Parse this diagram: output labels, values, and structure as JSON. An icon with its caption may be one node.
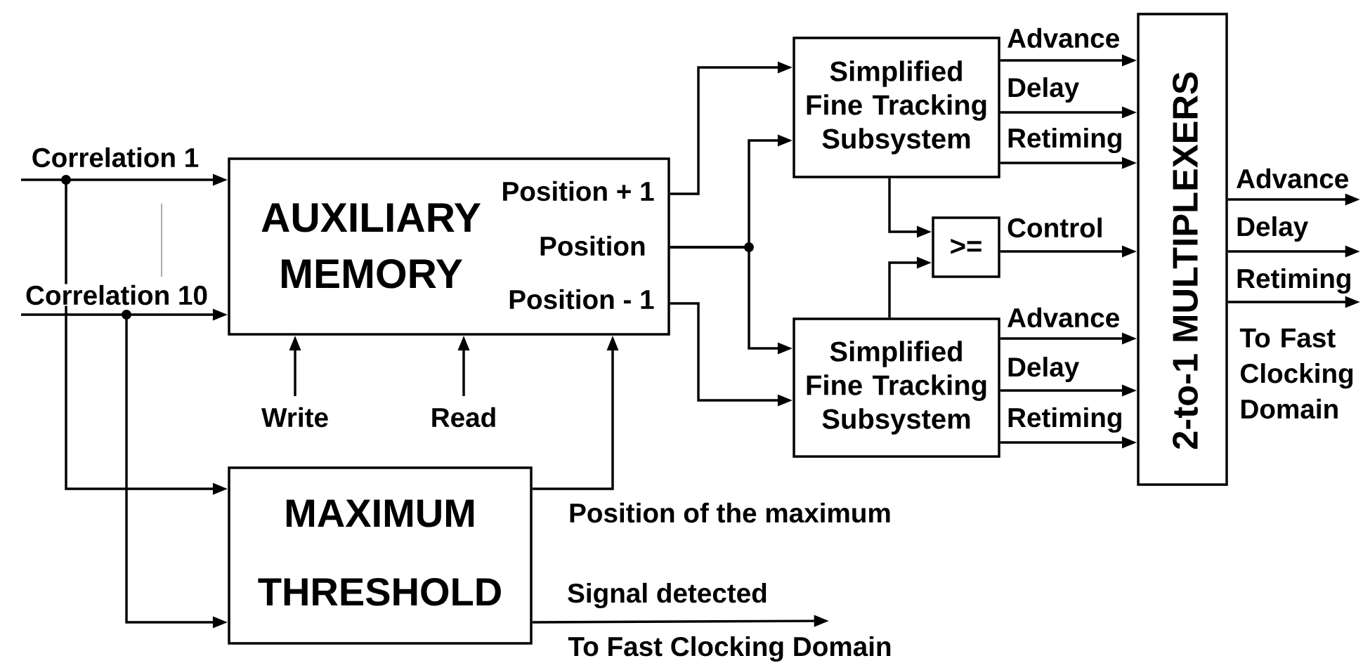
{
  "diagram": {
    "nodes": [
      {
        "text": [
          "AUXILIARY MEMORY",
          "Position + 1",
          "Position",
          "Position - 1"
        ]
      },
      {
        "text": [
          "MAXIMUM THRESHOLD"
        ]
      },
      {
        "text": [
          "Simplified Fine Tracking Subsystem"
        ]
      },
      {
        "text": [
          "Simplified Fine Tracking Subsystem"
        ]
      },
      {
        "text": [
          ">="
        ]
      },
      {
        "text": [
          "2-to-1 MULTIPLEXERS"
        ]
      },
      {
        "text": [
          "To Fast Clocking Domain"
        ]
      }
    ],
    "edges": [
      {
        "from": null,
        "to": 0,
        "arrow": "to",
        "label": "Correlation 1"
      },
      {
        "from": null,
        "to": 0,
        "arrow": "to",
        "label": "Correlation 10"
      },
      {
        "from": null,
        "to": 1,
        "arrow": "to"
      },
      {
        "from": null,
        "to": 1,
        "arrow": "to"
      },
      {
        "from": null,
        "to": 0,
        "arrow": "to",
        "label": "Write"
      },
      {
        "from": null,
        "to": 0,
        "arrow": "to",
        "label": "Read"
      },
      {
        "from": 1,
        "to": 0,
        "arrow": "to",
        "label": "Position of the maximum"
      },
      {
        "from": 1,
        "to": 6,
        "arrow": "to",
        "label": "Signal detected"
      },
      {
        "from": 0,
        "to": 2,
        "arrow": "to"
      },
      {
        "from": 0,
        "to": 2,
        "arrow": "to"
      },
      {
        "from": 0,
        "to": 3,
        "arrow": "to"
      },
      {
        "from": 0,
        "to": 3,
        "arrow": "to"
      },
      {
        "from": 2,
        "to": 4,
        "arrow": "to"
      },
      {
        "from": 3,
        "to": 4,
        "arrow": "to"
      },
      {
        "from": 4,
        "to": 5,
        "arrow": "to",
        "label": "Control"
      },
      {
        "from": 2,
        "to": 5,
        "arrow": "to",
        "label": "Advance"
      },
      {
        "from": 2,
        "to": 5,
        "arrow": "to",
        "label": "Delay"
      },
      {
        "from": 2,
        "to": 5,
        "arrow": "to",
        "label": "Retiming"
      },
      {
        "from": 3,
        "to": 5,
        "arrow": "to",
        "label": "Advance"
      },
      {
        "from": 3,
        "to": 5,
        "arrow": "to",
        "label": "Delay"
      },
      {
        "from": 3,
        "to": 5,
        "arrow": "to",
        "label": "Retiming"
      },
      {
        "from": 5,
        "to": null,
        "arrow": "to",
        "label": "Advance"
      },
      {
        "from": 5,
        "to": null,
        "arrow": "to",
        "label": "Delay"
      },
      {
        "from": 5,
        "to": null,
        "arrow": "to",
        "label": "Retiming"
      }
    ],
    "labels": [
      "To Fast Clocking Domain"
    ]
  }
}
